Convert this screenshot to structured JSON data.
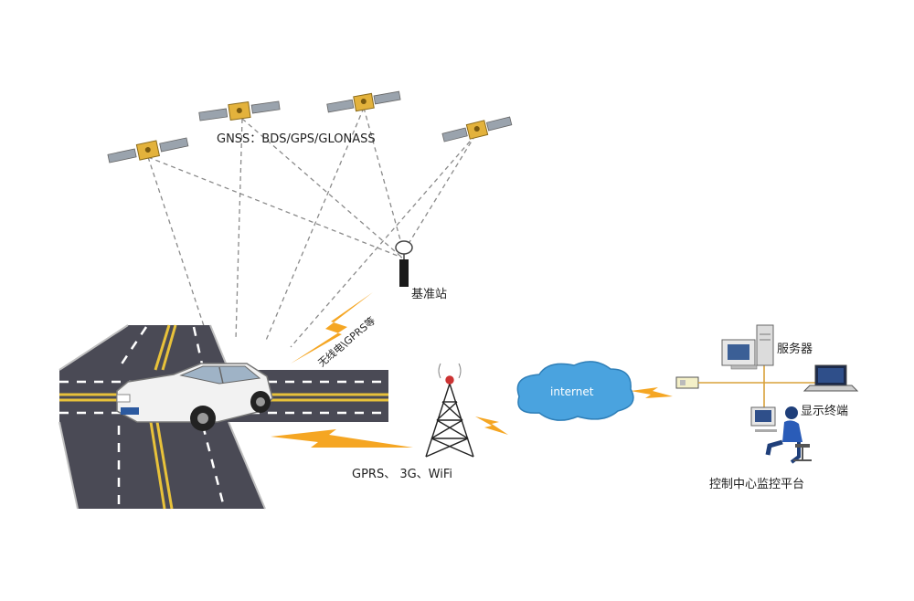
{
  "labels": {
    "satellites": "GNSS：BDS/GPS/GLONASS",
    "base_station": "基准站",
    "radio_link": "无线电\\GPRS等",
    "network": "GPRS、 3G、WiFi",
    "internet": "internet",
    "server": "服务器",
    "display_terminal": "显示终端",
    "control_center": "控制中心监控平台"
  },
  "colors": {
    "link_dash": "#8a8a8a",
    "lightning": "#f5a623",
    "cloud": "#4aa3df",
    "road": "#4a4a55",
    "lane_yellow": "#e8c23a",
    "network_line": "#d9a23a"
  },
  "icons": [
    "satellite-icon",
    "base-station-icon",
    "car-icon",
    "tower-icon",
    "cloud-icon",
    "server-icon",
    "laptop-icon",
    "operator-icon"
  ]
}
